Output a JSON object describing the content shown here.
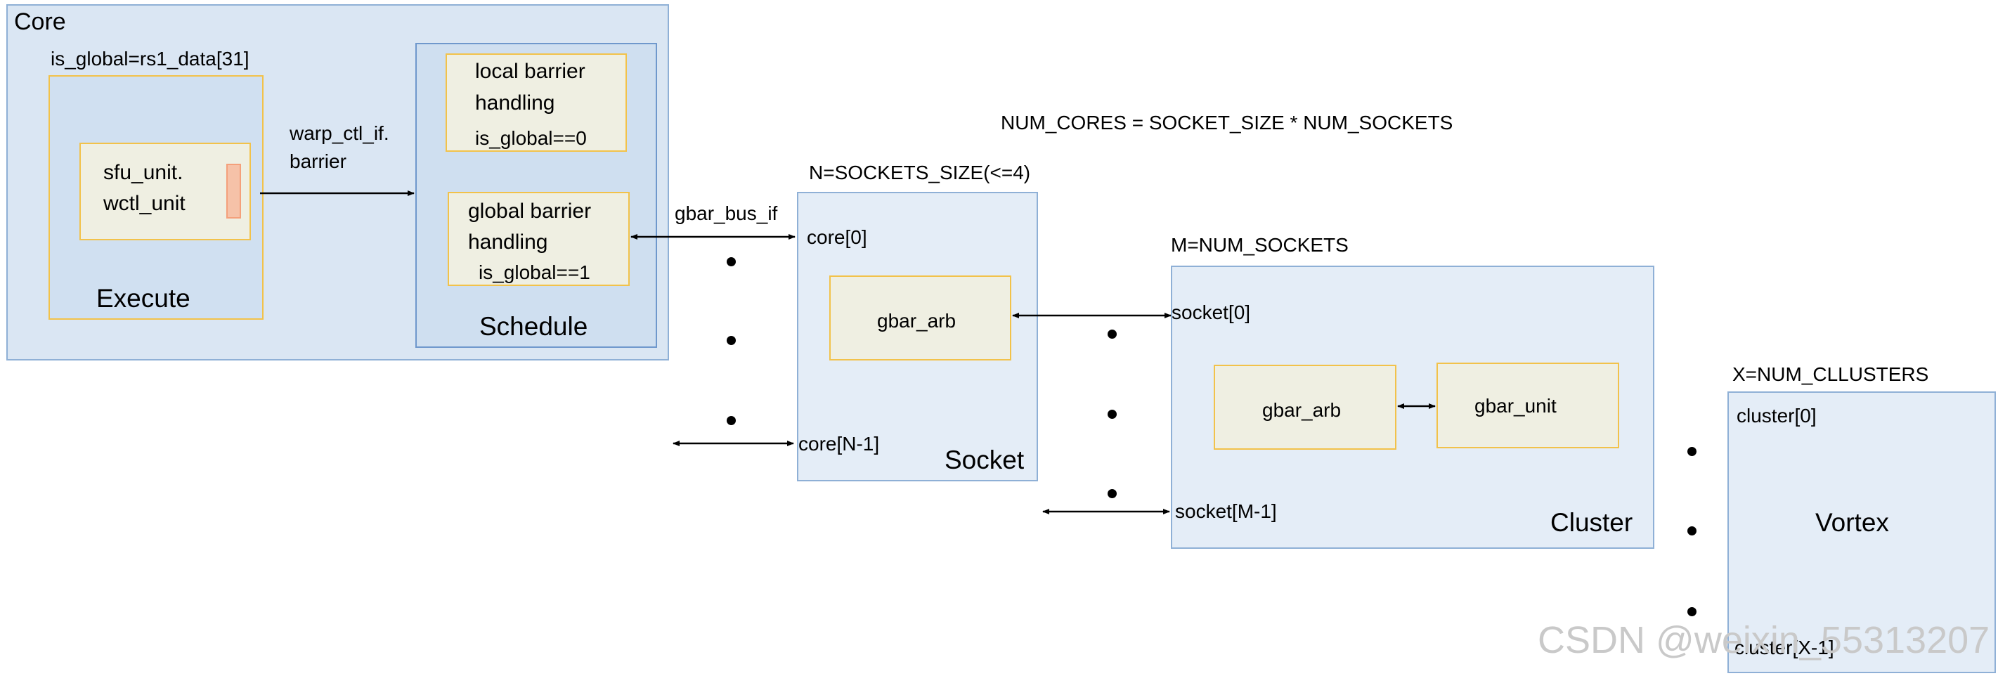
{
  "core": {
    "title": "Core",
    "is_global_label": "is_global=rs1_data[31]",
    "execute_label": "Execute",
    "sfu_line1": "sfu_unit.",
    "sfu_line2": "wctl_unit",
    "warp_line1": "warp_ctl_if.",
    "warp_line2": "barrier",
    "schedule_label": "Schedule",
    "local_line1": "local barrier",
    "local_line2": "handling",
    "local_flag": "is_global==0",
    "global_line1": "global barrier",
    "global_line2": "handling",
    "global_flag": "is_global==1"
  },
  "formula": "NUM_CORES = SOCKET_SIZE * NUM_SOCKETS",
  "socket": {
    "size_label": "N=SOCKETS_SIZE(<=4)",
    "bus_label": "gbar_bus_if",
    "core_first": "core[0]",
    "core_last": "core[N-1]",
    "arb_label": "gbar_arb",
    "title": "Socket"
  },
  "cluster": {
    "size_label": "M=NUM_SOCKETS",
    "socket_first": "socket[0]",
    "socket_last": "socket[M-1]",
    "arb_label": "gbar_arb",
    "unit_label": "gbar_unit",
    "title": "Cluster"
  },
  "vortex": {
    "size_label": "X=NUM_CLLUSTERS",
    "cluster_first": "cluster[0]",
    "cluster_last": "cluster[X-1]",
    "title": "Vortex"
  },
  "watermark": "CSDN @weixin_55313207"
}
